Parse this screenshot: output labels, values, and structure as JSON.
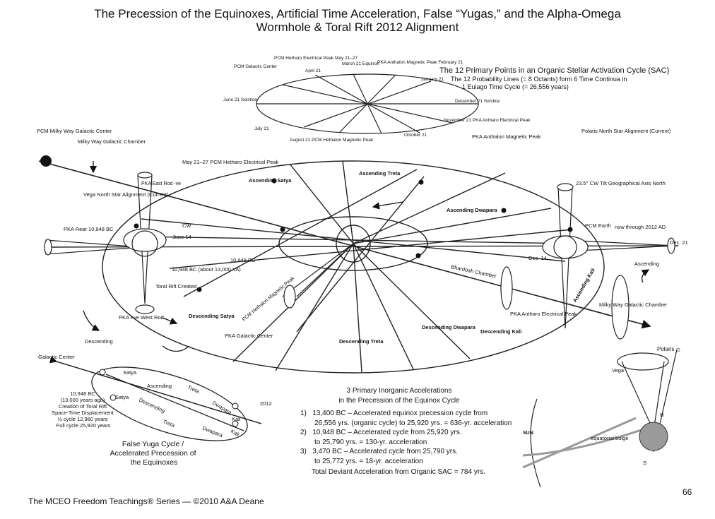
{
  "title": {
    "line1": "The Precession of the Equinoxes, Artificial Time Acceleration, False “Yugas,” and the Alpha-Omega",
    "line2": "Wormhole & Toral Rift 2012 Alignment"
  },
  "sac": {
    "heading": "The 12 Primary Points in an Organic Stellar Activation Cycle (SAC)",
    "sub1": "The 12 Probability Lines (= 8 Octants) form 6 Time Continua in",
    "sub2": "1 Euiago Time Cycle (= 26,556 years)",
    "points": [
      "PCM Galactic Center",
      "PCM Hetharo Electrical Peak May 21–27",
      "April 21",
      "March 21 Equinox",
      "PKA Anthalon Magnetic Peak February 21",
      "January 21",
      "June 21 Solstice",
      "December 21 Solstice",
      "July 21",
      "November 21 PKA Antharo Electrical Peak",
      "October 21",
      "August 21 PCM Hethalon Magnetic Peak"
    ]
  },
  "main": {
    "pcm_galactic_center": "PCM Milky Way Galactic Center",
    "milky_way_chamber_top": "Milky Way Galactic Chamber",
    "hetharo": "May 21–27 PCM Hetharo Electrical Peak",
    "pka_east_rod": "PKA East Rod -ve",
    "vega_alignment": "Vega North Star Alignment (Current)",
    "pka_rear": "PKA Rear 10,948 BC",
    "cw": "CW",
    "june14": "June 14",
    "bc_13000": "10,948 BC (about 13,000 YA)",
    "bc_10948": "10,948 BC",
    "toral_rift": "Toral Rift Created",
    "pka_west_rod": "PKA +ve West Rod",
    "descending": "Descending",
    "ascending": "Ascending",
    "asc_satya": "Ascending Satya",
    "asc_treta": "Ascending Treta",
    "asc_dwapara": "Ascending Dwapara",
    "asc_kali": "Ascending Kali",
    "desc_satya": "Descending Satya",
    "desc_treta": "Descending Treta",
    "desc_dwapara": "Descending Dwapara",
    "desc_kali": "Descending Kali",
    "pka_anthalon": "PKA Anthalon Magnetic Peak",
    "polaris_alignment": "Polaris North Star Alignment (Current)",
    "tilt": "23.5° CW Tilt Geographical Axis North",
    "pcm_earth": "PCM Earth",
    "now_2012": "now through 2012 AD",
    "dec21": "Dec. 21",
    "dec14": "Dec. 14",
    "bhardoah": "Bhardoah Chamber",
    "pka_antharo": "PKA Antharo Electrical Peak",
    "mw_chamber_right": "Milky Way Galactic Chamber",
    "pcm_hethalon": "PCM Hethalon Magnetic Peak",
    "pka_galactic_center": "PKA Galactic Center"
  },
  "yuga": {
    "galactic_center": "Galactic Center",
    "satya": "Satya",
    "ascending": "Ascending",
    "descending": "Descending",
    "treta": "Treta",
    "dwapara": "Dwapara",
    "kali": "Kali",
    "y2012": "2012",
    "notes": [
      "10,948 BC",
      "(13,000 years ago)",
      "Creation of Toral Rift",
      "Space-Time Displacement",
      "½ cycle 12,960 years",
      "Full cycle 25,920 years"
    ],
    "caption": [
      "False Yuga Cycle /",
      "Accelerated Precession of",
      "the Equinoxes"
    ]
  },
  "accel": {
    "heading1": "3 Primary Inorganic Accelerations",
    "heading2": "in the Precession of the Equinox Cycle",
    "items": [
      {
        "num": "1)",
        "l1": "13,400 BC – Accelerated equinox precession cycle from",
        "l2": "26,556 yrs. (organic cycle) to 25,920 yrs. = 636-yr. acceleration"
      },
      {
        "num": "2)",
        "l1": "10,948 BC – Accelerated cycle from 25,920 yrs.",
        "l2": "to 25,790 yrs. = 130-yr. acceleration"
      },
      {
        "num": "3)",
        "l1": "3,470 BC – Accelerated cycle from 25,790 yrs.",
        "l2": "to 25,772 yrs. = 18-yr. acceleration"
      }
    ],
    "total": "Total Deviant Acceleration from Organic SAC = 784 yrs."
  },
  "earth": {
    "polaris": "Polaris",
    "vega": "Vega",
    "sun": "SUN",
    "bulge": "equatorial bulge",
    "n": "N",
    "s": "S"
  },
  "footer": "The MCEO Freedom Teachings® Series — ©2010 A&A Deane",
  "page_number": "66"
}
